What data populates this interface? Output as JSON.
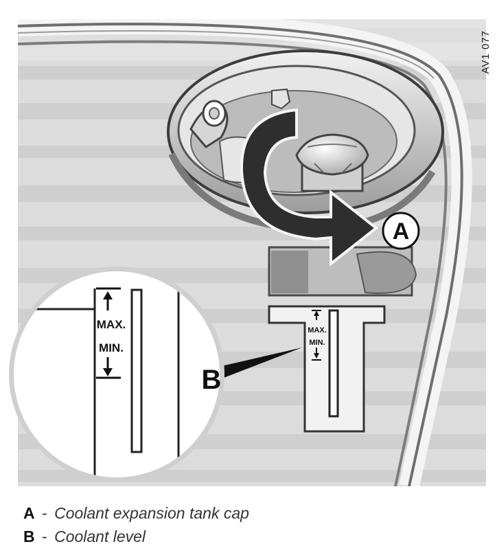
{
  "figure": {
    "code": "AV1 077",
    "callouts": {
      "a": "A",
      "b": "B"
    },
    "tank_marks": {
      "max": "MAX.",
      "min": "MIN."
    },
    "magnified_marks": {
      "max": "MAX.",
      "min": "MIN."
    }
  },
  "legend": [
    {
      "letter": "A",
      "separator": "-",
      "text": "Coolant expansion tank cap"
    },
    {
      "letter": "B",
      "separator": "-",
      "text": "Coolant level"
    }
  ],
  "colors": {
    "background": "#ffffff",
    "photo_tone": "#d8d8d8",
    "ink": "#111111",
    "arrow": "#2a2a2a"
  }
}
